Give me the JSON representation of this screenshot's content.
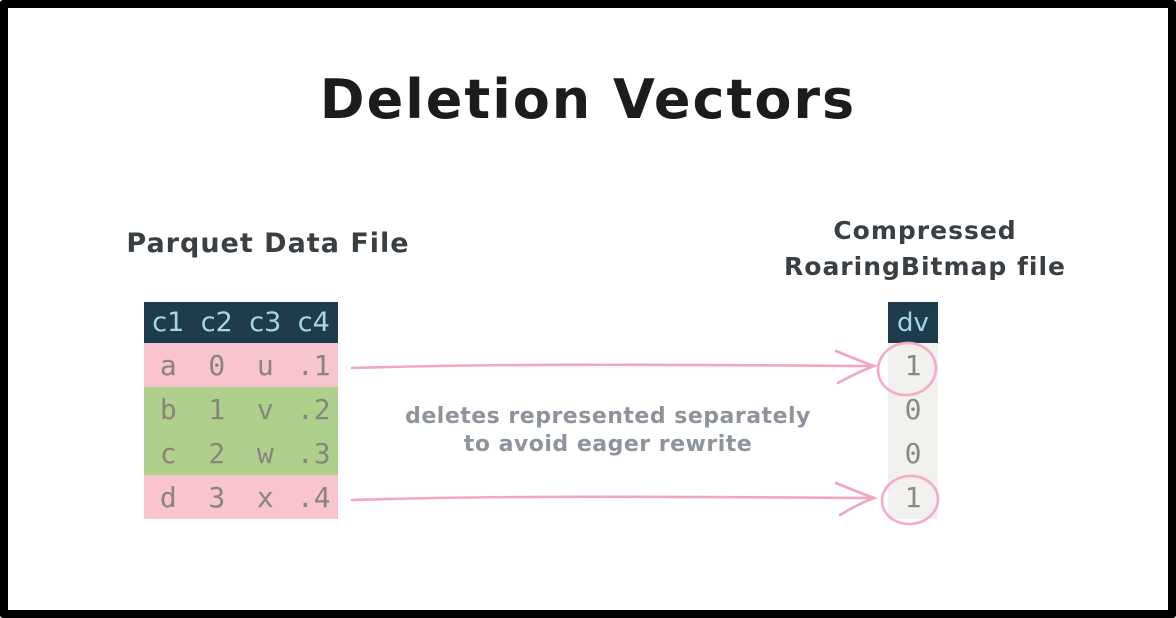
{
  "title": "Deletion Vectors",
  "left_panel": {
    "label": "Parquet Data File",
    "table": {
      "columns": [
        "c1",
        "c2",
        "c3",
        "c4"
      ],
      "rows": [
        {
          "cells": [
            "a",
            "0",
            "u",
            ".1"
          ],
          "status": "deleted"
        },
        {
          "cells": [
            "b",
            "1",
            "v",
            ".2"
          ],
          "status": "kept"
        },
        {
          "cells": [
            "c",
            "2",
            "w",
            ".3"
          ],
          "status": "kept"
        },
        {
          "cells": [
            "d",
            "3",
            "x",
            ".4"
          ],
          "status": "deleted"
        }
      ]
    }
  },
  "right_panel": {
    "label_line1": "Compressed",
    "label_line2": "RoaringBitmap file",
    "table": {
      "column": "dv",
      "values": [
        "1",
        "0",
        "0",
        "1"
      ],
      "circled_indexes": [
        0,
        3
      ]
    }
  },
  "annotation": {
    "line1": "deletes represented separately",
    "line2": "to avoid eager rewrite"
  },
  "colors": {
    "header_bg": "#1e3c4b",
    "header_text": "#a5d6e8",
    "deleted_row_bg": "#f8c4cd",
    "kept_row_bg": "#aed08c",
    "row_text": "#8a8578",
    "dv_cell_bg": "#f2f1ed",
    "dv_text": "#8a8a85",
    "arrow_pink": "#f2a7bd",
    "annotation_text": "#8e949c",
    "title_text": "#1c1c1c",
    "label_text": "#3a3f44",
    "frame_border": "#000000"
  }
}
